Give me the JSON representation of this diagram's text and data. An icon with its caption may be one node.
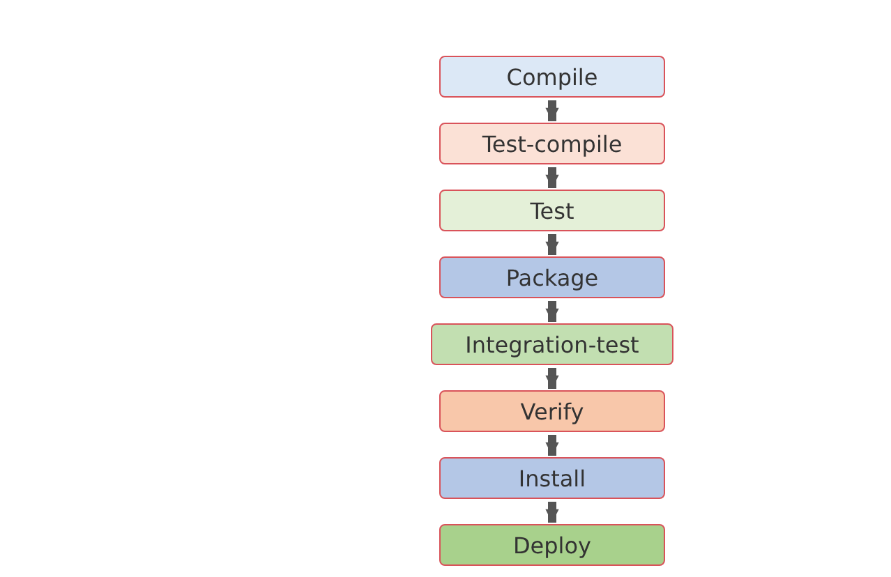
{
  "diagram": {
    "nodes": [
      {
        "text": [
          "Compile"
        ]
      },
      {
        "text": [
          "Test-compile"
        ]
      },
      {
        "text": [
          "Test"
        ]
      },
      {
        "text": [
          "Package"
        ]
      },
      {
        "text": [
          "Integration-test"
        ]
      },
      {
        "text": [
          "Verify"
        ]
      },
      {
        "text": [
          "Install"
        ]
      },
      {
        "text": [
          "Deploy"
        ]
      }
    ],
    "edges": [
      {
        "from": 0,
        "to": 1,
        "arrow": "to"
      },
      {
        "from": 1,
        "to": 2,
        "arrow": "to"
      },
      {
        "from": 2,
        "to": 3,
        "arrow": "to"
      },
      {
        "from": 3,
        "to": 4,
        "arrow": "to"
      },
      {
        "from": 4,
        "to": 5,
        "arrow": "to"
      },
      {
        "from": 5,
        "to": 6,
        "arrow": "to"
      },
      {
        "from": 6,
        "to": 7,
        "arrow": "to"
      }
    ]
  }
}
